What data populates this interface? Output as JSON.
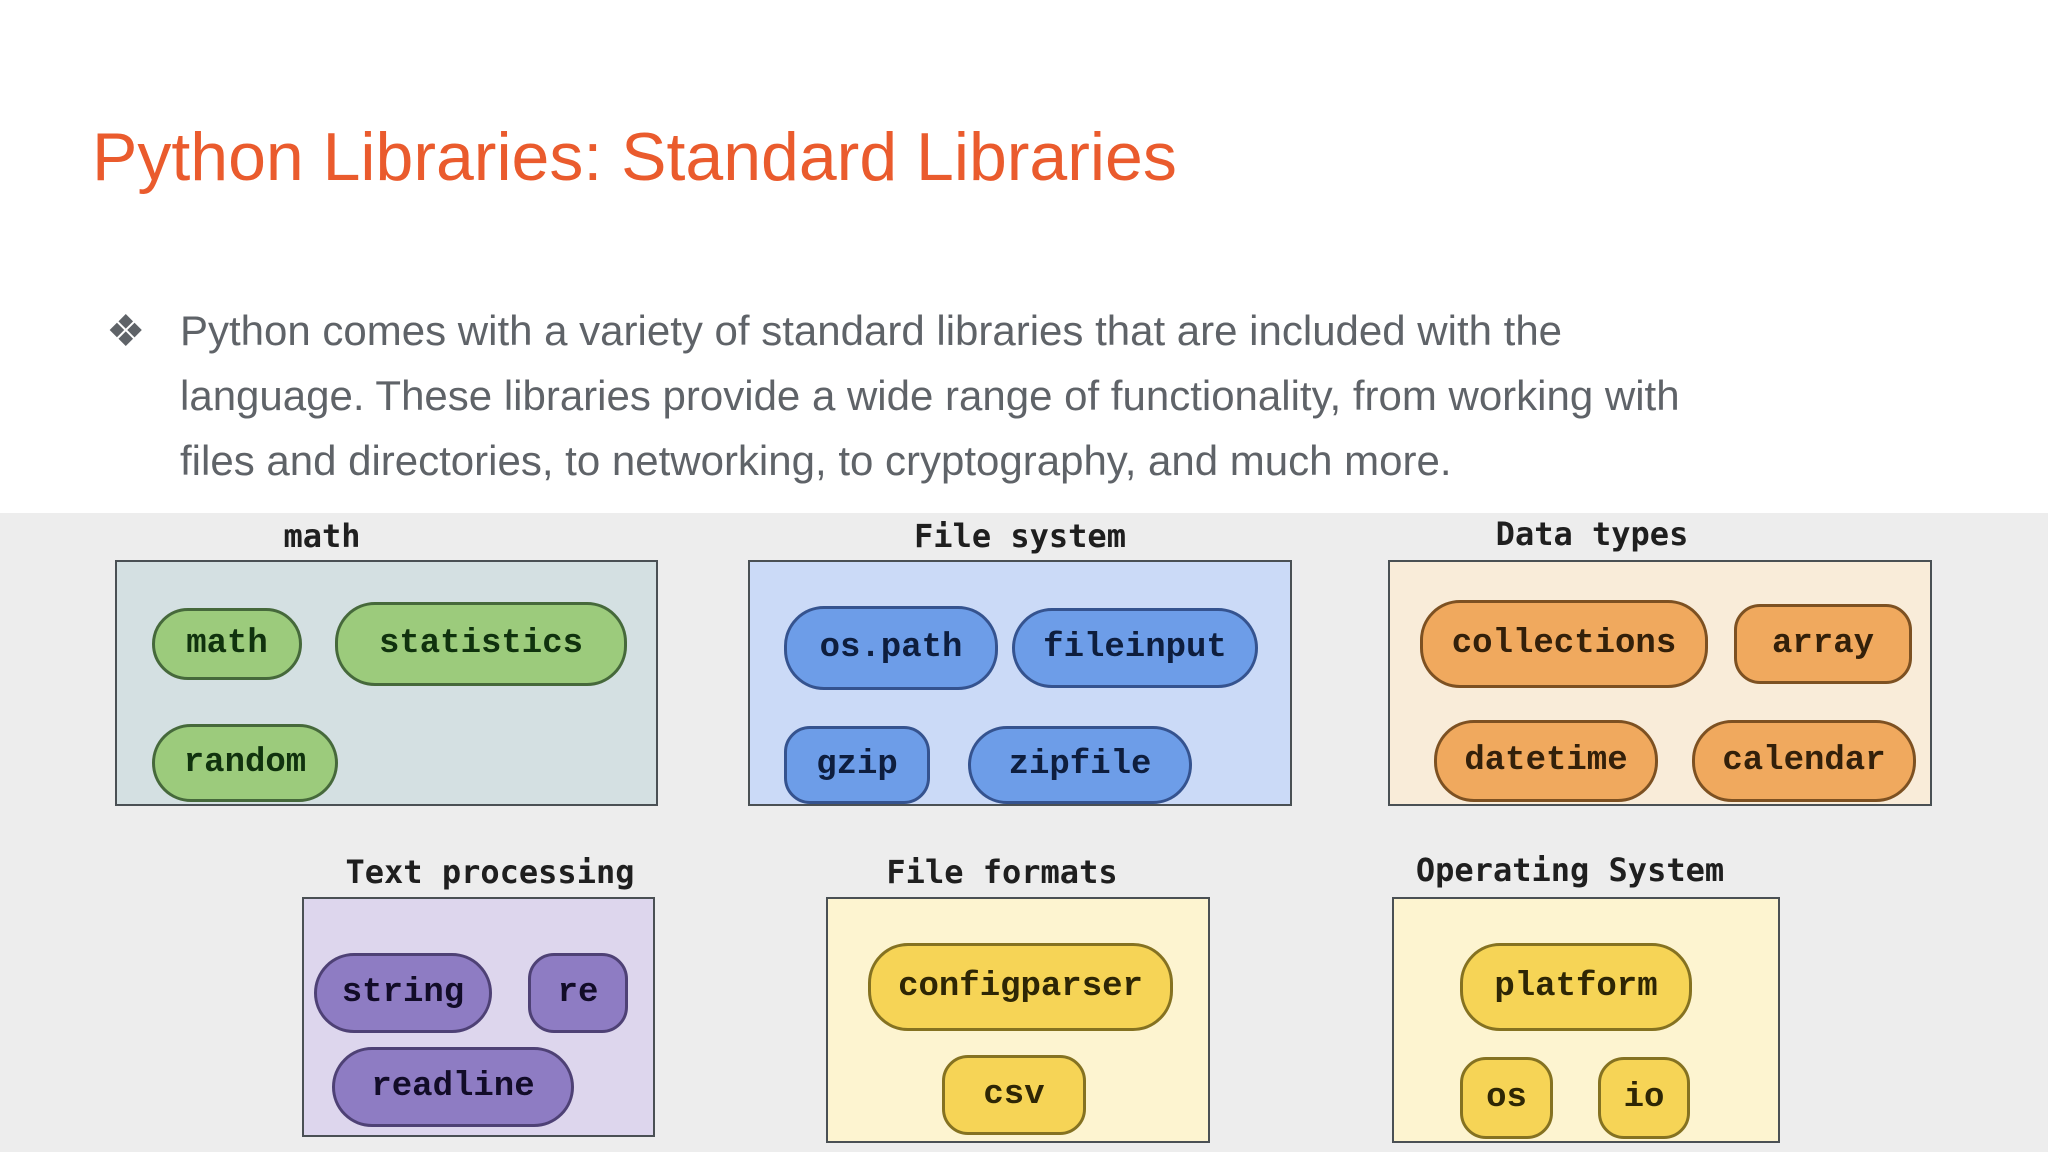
{
  "slide": {
    "title": "Python Libraries: Standard Libraries",
    "bullet": {
      "marker": "❖",
      "lines": [
        "Python comes with a variety of standard libraries that are included with the",
        "language. These libraries provide a wide range of functionality, from working with",
        "files and directories, to networking, to cryptography, and much more."
      ]
    }
  },
  "diagram": {
    "groups": [
      {
        "label": "math",
        "modules": [
          "math",
          "statistics",
          "random"
        ]
      },
      {
        "label": "File system",
        "modules": [
          "os.path",
          "fileinput",
          "gzip",
          "zipfile"
        ]
      },
      {
        "label": "Data types",
        "modules": [
          "collections",
          "array",
          "datetime",
          "calendar"
        ]
      },
      {
        "label": "Text processing",
        "modules": [
          "string",
          "re",
          "readline"
        ]
      },
      {
        "label": "File formats",
        "modules": [
          "configparser",
          "csv"
        ]
      },
      {
        "label": "Operating System",
        "modules": [
          "platform",
          "os",
          "io"
        ]
      }
    ]
  },
  "colors": {
    "title_accent": "#EA5B2D",
    "body_text": "#5F6368",
    "diagram_background": "#EDEDED",
    "groups": {
      "math": {
        "box": "#D4E0E2",
        "pill": "#9CCB7C"
      },
      "file_system": {
        "box": "#CBDAF7",
        "pill": "#6D9DE8"
      },
      "data_types": {
        "box": "#F9ECD9",
        "pill": "#F0A95E"
      },
      "text_processing": {
        "box": "#DDD6ED",
        "pill": "#8E7CC3"
      },
      "file_formats": {
        "box": "#FDF4D0",
        "pill": "#F6D456"
      },
      "operating_system": {
        "box": "#FDF4D0",
        "pill": "#F6D456"
      }
    }
  }
}
